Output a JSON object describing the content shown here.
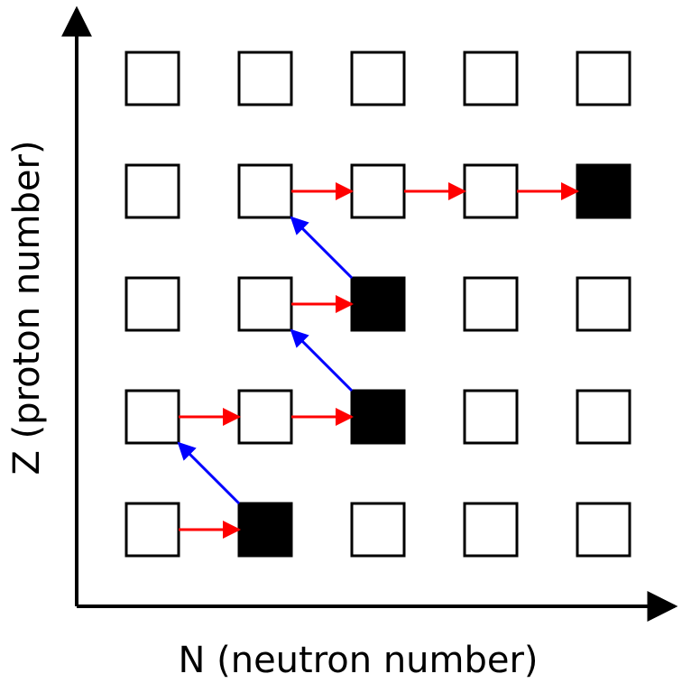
{
  "axes": {
    "x_label": "N (neutron number)",
    "y_label": "Z (proton number)"
  },
  "grid": {
    "columns": 5,
    "rows": 5
  },
  "filled_cells": [
    {
      "col": 1,
      "row": 0
    },
    {
      "col": 2,
      "row": 1
    },
    {
      "col": 2,
      "row": 2
    },
    {
      "col": 4,
      "row": 3
    }
  ],
  "transitions": [
    {
      "type": "neutron-capture",
      "from": [
        0,
        0
      ],
      "to": [
        1,
        0
      ]
    },
    {
      "type": "beta-decay",
      "from": [
        1,
        0
      ],
      "to": [
        0,
        1
      ]
    },
    {
      "type": "neutron-capture",
      "from": [
        0,
        1
      ],
      "to": [
        1,
        1
      ]
    },
    {
      "type": "neutron-capture",
      "from": [
        1,
        1
      ],
      "to": [
        2,
        1
      ]
    },
    {
      "type": "beta-decay",
      "from": [
        2,
        1
      ],
      "to": [
        1,
        2
      ]
    },
    {
      "type": "neutron-capture",
      "from": [
        1,
        2
      ],
      "to": [
        2,
        2
      ]
    },
    {
      "type": "beta-decay",
      "from": [
        2,
        2
      ],
      "to": [
        1,
        3
      ]
    },
    {
      "type": "neutron-capture",
      "from": [
        1,
        3
      ],
      "to": [
        2,
        3
      ]
    },
    {
      "type": "neutron-capture",
      "from": [
        2,
        3
      ],
      "to": [
        3,
        3
      ]
    },
    {
      "type": "neutron-capture",
      "from": [
        3,
        3
      ],
      "to": [
        4,
        3
      ]
    }
  ],
  "colors": {
    "neutron_capture": "#ff0000",
    "beta_decay": "#0000ff",
    "filled": "#000000",
    "empty": "#ffffff",
    "stroke": "#000000"
  }
}
